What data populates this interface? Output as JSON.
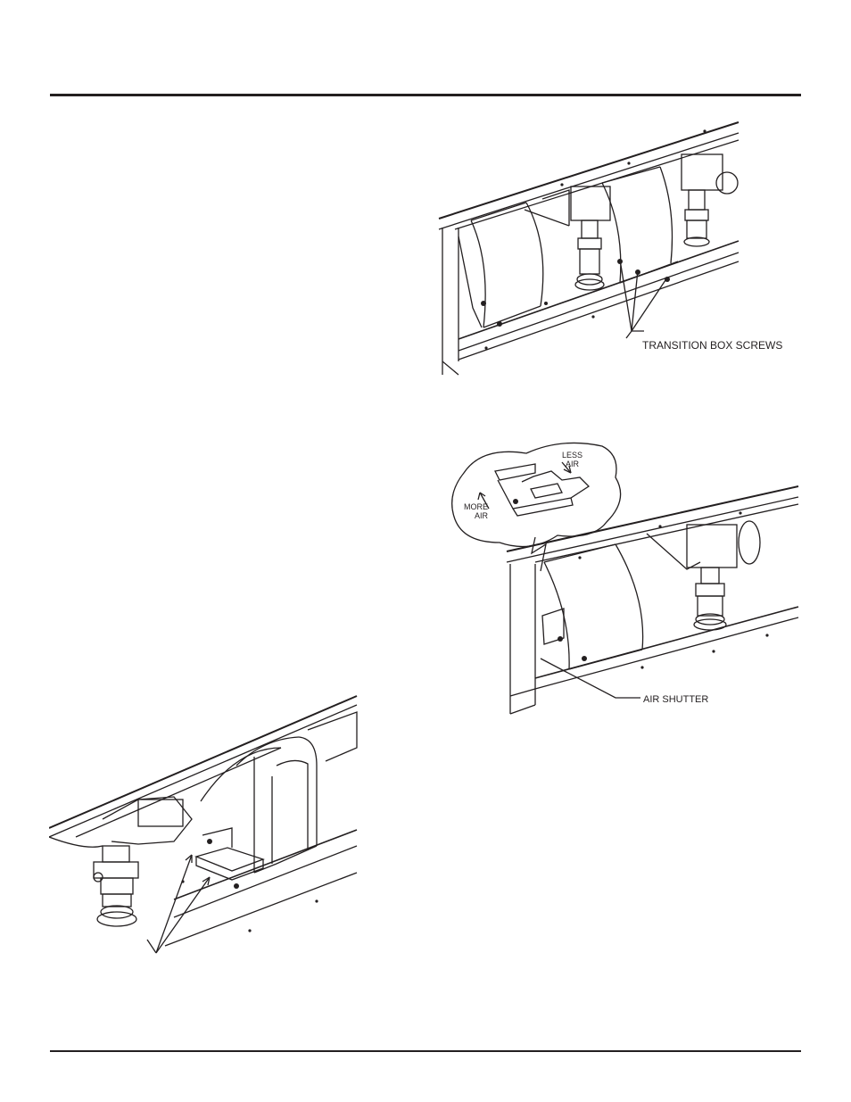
{
  "figures": {
    "transition_box": {
      "callout": "TRANSITION BOX SCREWS"
    },
    "air_shutter": {
      "callout": "AIR SHUTTER",
      "inset": {
        "less": "LESS",
        "less_air": "AIR",
        "more": "MORE",
        "more_air": "AIR"
      }
    },
    "bottom_view": {
      "callout": ""
    }
  }
}
